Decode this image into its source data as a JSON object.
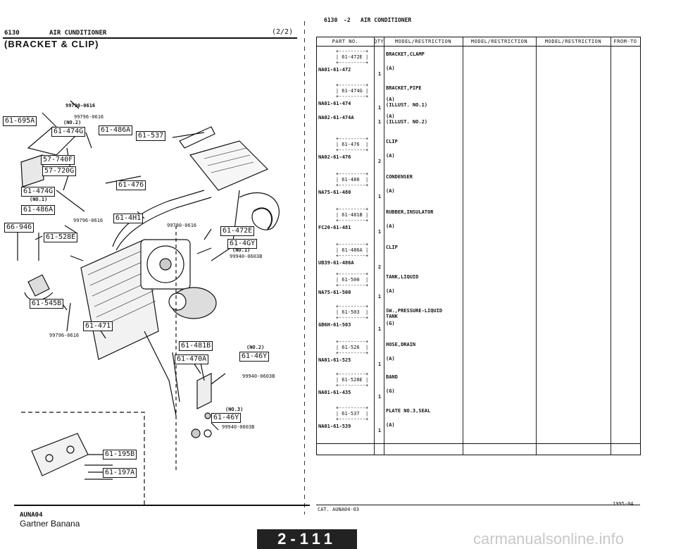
{
  "header": {
    "left_code": "6130",
    "left_title": "AIR CUNDITIONER",
    "page_fraction": "(2/2)",
    "section": "(BRACKET & CLIP)",
    "right_code": "6130",
    "right_sep": "-2",
    "right_title": "AIR CONDITIONER"
  },
  "diagram": {
    "callouts": [
      "61-695A",
      "61-474G",
      "61-486A",
      "61-537",
      "57-740F",
      "57-720G",
      "61-476",
      "61-474G",
      "61-486A",
      "66-946",
      "61-528E",
      "61-4H1",
      "61-472E",
      "61-4GY",
      "61-545B",
      "61-471",
      "61-481B",
      "61-470A",
      "61-46Y",
      "61-46Y",
      "61-195B",
      "61-197A"
    ],
    "notes": [
      "99790-0616",
      "99796-0616",
      "(NO.2)",
      "(NO.1)",
      "99796-0616",
      "99790-0616",
      "(NO.1)",
      "99940-0603B",
      "99796-0616",
      "(NO.2)",
      "99940-0603B",
      "(NO.3)",
      "99940-0603B"
    ]
  },
  "table": {
    "headers": [
      "PART NO.",
      "QTY",
      "MODEL/RESTRICTION",
      "MODEL/RESTRICTION",
      "MODEL/RESTRICTION",
      "FROM-TO"
    ],
    "rows": [
      {
        "box": "+---------+\n| 61-472E |\n+---------+",
        "part": "NA01-61-472",
        "qty": "1",
        "desc": "BRACKET,CLAMP",
        "desc2": "(A)"
      },
      {
        "box": "+---------+\n| 61-474G |\n+---------+",
        "part": "NA01-61-474",
        "qty": "1",
        "desc": "BRACKET,PIPE",
        "desc2": "(A)\n(ILLUST. NO.1)"
      },
      {
        "box": "",
        "part": "NA02-61-474A",
        "qty": "1",
        "desc": "(A)",
        "desc2": "(ILLUST. NO.2)"
      },
      {
        "box": "+---------+\n| 61-476  |\n+---------+",
        "part": "NA02-61-476",
        "qty": "2",
        "desc": "CLIP",
        "desc2": "(A)"
      },
      {
        "box": "+---------+\n| 61-480  |\n+---------+",
        "part": "NA75-61-480",
        "qty": "1",
        "desc": "CONDENSER",
        "desc2": "(A)"
      },
      {
        "box": "+---------+\n| 61-481B |\n+---------+",
        "part": "FC20-61-481",
        "qty": "1",
        "desc": "RUBBER,INSULATOR",
        "desc2": "(A)"
      },
      {
        "box": "+---------+\n| 61-486A |\n+---------+",
        "part": "UB39-61-486A",
        "qty": "2",
        "desc": "CLIP",
        "desc2": ""
      },
      {
        "box": "+---------+\n| 61-500  |\n+---------+",
        "part": "NA75-61-500",
        "qty": "1",
        "desc": "TANK,LIQUID",
        "desc2": "(A)"
      },
      {
        "box": "+---------+\n| 61-503  |\n+---------+",
        "part": "GB6H-61-503",
        "qty": "1",
        "desc": "SW.,PRESSURE-LIQUID\nTANK",
        "desc2": "(G)"
      },
      {
        "box": "+---------+\n| 61-526  |\n+---------+",
        "part": "NA01-61-525",
        "qty": "1",
        "desc": "HOSE,DRAIN",
        "desc2": "(A)"
      },
      {
        "box": "+---------+\n| 61-528E |\n+---------+",
        "part": "NA01-61-435",
        "qty": "1",
        "desc": "BAND",
        "desc2": "(G)"
      },
      {
        "box": "+---------+\n| 61-537  |\n+---------+",
        "part": "NA01-61-539",
        "qty": "1",
        "desc": "PLATE NO.3,SEAL",
        "desc2": "(A)"
      }
    ]
  },
  "footer": {
    "code": "AUNA04",
    "source": "Gartner Banana",
    "cat": "CAT. AUNA04-03",
    "date": "1995-04",
    "page_badge": "2-111",
    "watermark": "carmanualsonline.info"
  }
}
